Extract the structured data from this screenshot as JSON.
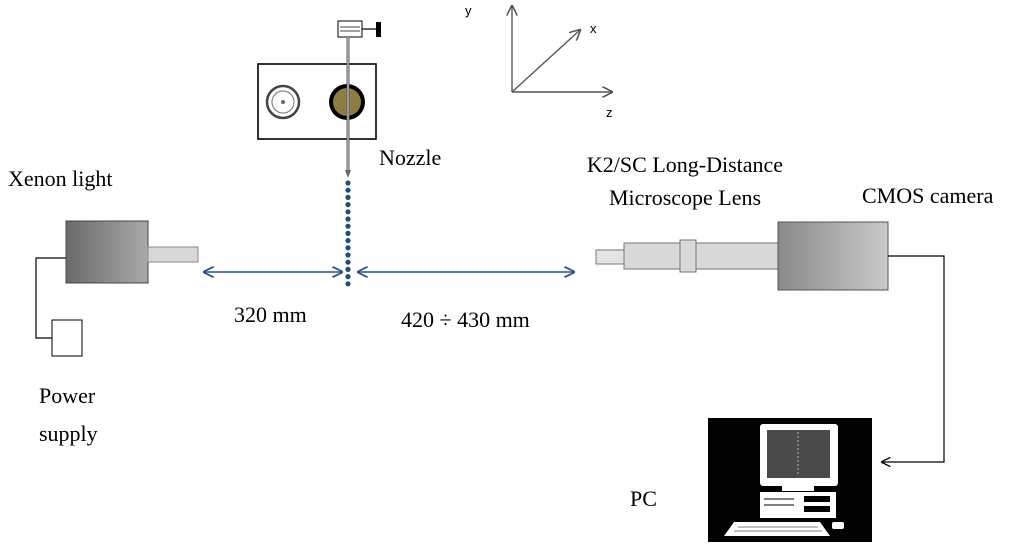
{
  "axes": {
    "y_label": "y",
    "x_label": "x",
    "z_label": "z"
  },
  "labels": {
    "xenon_light": "Xenon light",
    "power_supply_line1": "Power",
    "power_supply_line2": "supply",
    "nozzle": "Nozzle",
    "lens_line1": "K2/SC Long-Distance",
    "lens_line2": "Microscope Lens",
    "camera": "CMOS camera",
    "pc": "PC"
  },
  "distances": {
    "light_to_nozzle": "320 mm",
    "nozzle_to_lens": "420 ÷ 430 mm"
  },
  "colors": {
    "arrow": "#2a5286",
    "droplet": "#1f4e79",
    "lens_window": "#8d7d45",
    "screen_bg": "#000000"
  }
}
